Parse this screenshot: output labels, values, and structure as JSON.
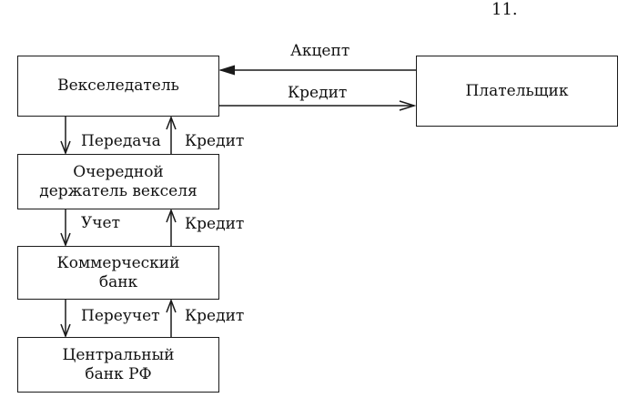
{
  "page_number": "11.",
  "nodes": {
    "drawer": "Векселедатель",
    "payer": "Плательщик",
    "holder": "Очередной\nдержатель векселя",
    "commercial_bank": "Коммерческий\nбанк",
    "central_bank": "Центральный\nбанк РФ"
  },
  "edges": {
    "acceptance": "Акцепт",
    "credit_to_payer": "Кредит",
    "transfer": "Передача",
    "credit_from_holder": "Кредит",
    "discount": "Учет",
    "credit_from_bank": "Кредит",
    "rediscount": "Переучет",
    "credit_from_central_bank": "Кредит"
  }
}
